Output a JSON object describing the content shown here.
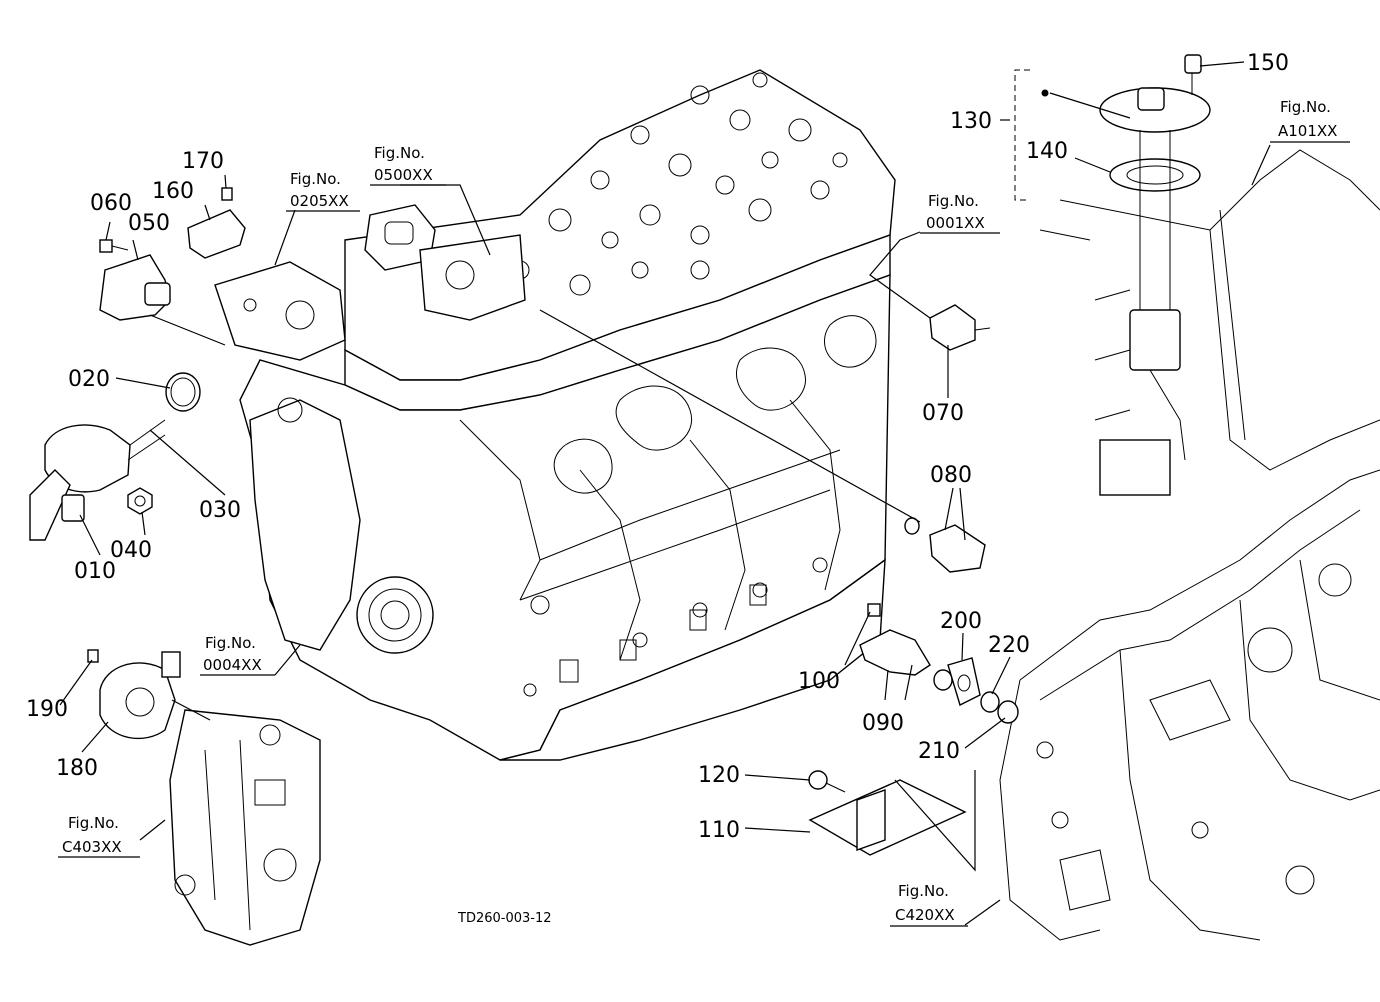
{
  "diagram": {
    "code": "TD260-003-12",
    "part_numbers": {
      "p010": "010",
      "p020": "020",
      "p030": "030",
      "p040": "040",
      "p050": "050",
      "p060": "060",
      "p070": "070",
      "p080": "080",
      "p090": "090",
      "p100": "100",
      "p110": "110",
      "p120": "120",
      "p130": "130",
      "p140": "140",
      "p150": "150",
      "p160": "160",
      "p170": "170",
      "p180": "180",
      "p190": "190",
      "p200": "200",
      "p210": "210",
      "p220": "220"
    },
    "fig_refs": {
      "label": "Fig.No.",
      "r0205": "0205XX",
      "r0500": "0500XX",
      "r0001": "0001XX",
      "r0004": "0004XX",
      "rA101": "A101XX",
      "rC403": "C403XX",
      "rC420": "C420XX"
    }
  }
}
